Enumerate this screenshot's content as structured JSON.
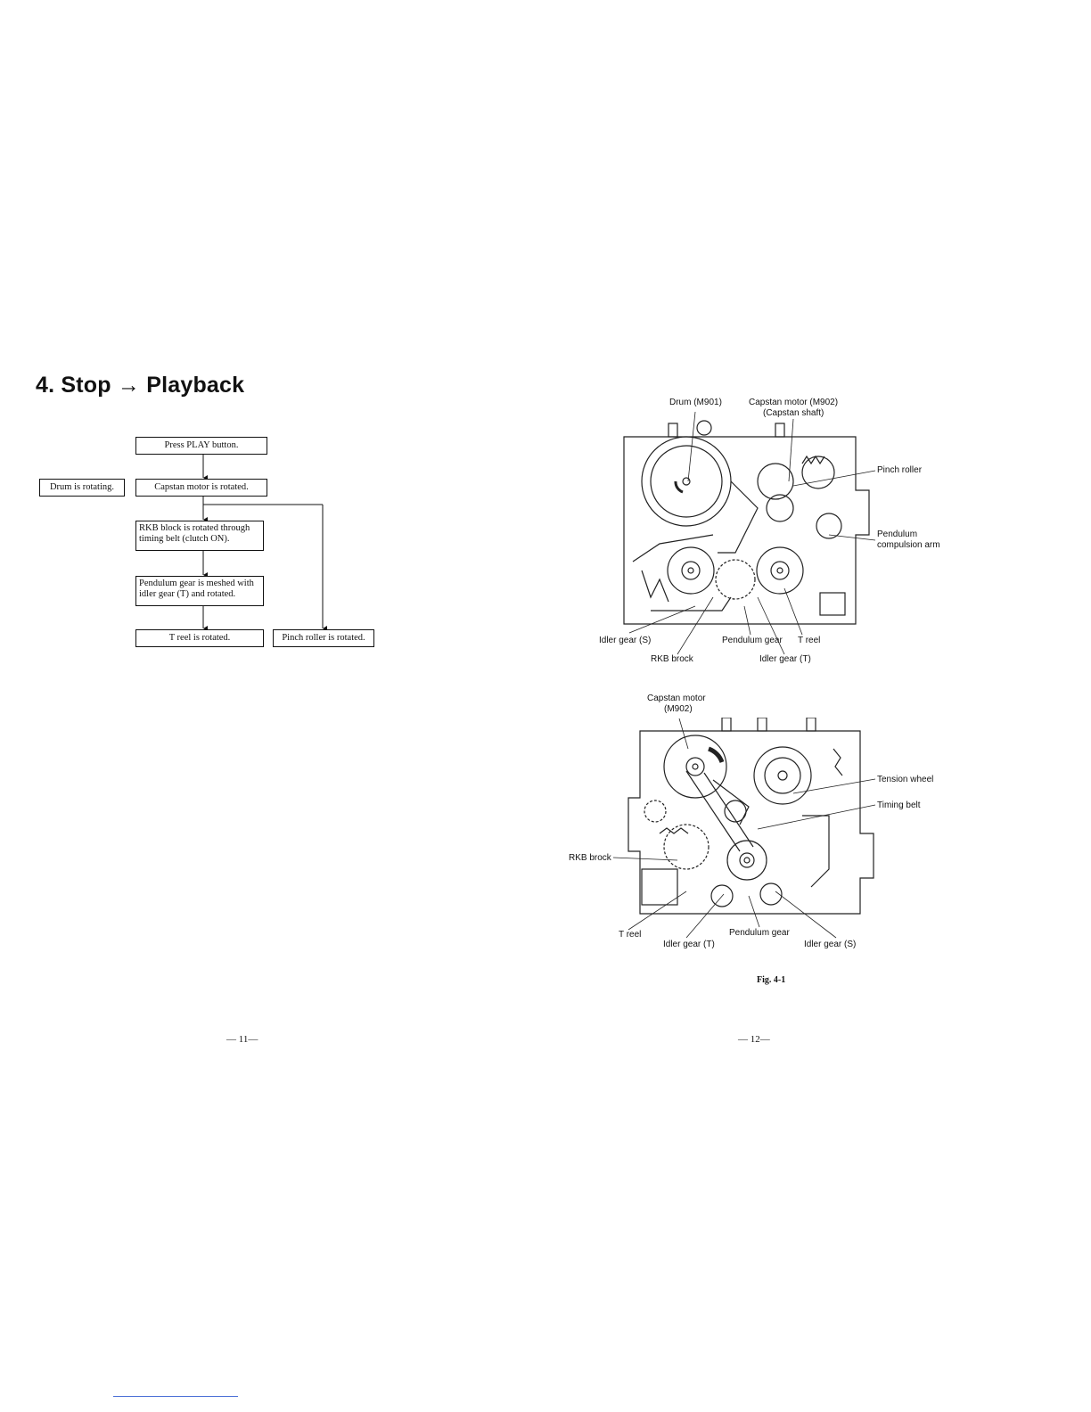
{
  "heading": "4. Stop → Playback",
  "flowchart": {
    "press_play": "Press PLAY button.",
    "drum_rotating": "Drum is rotating.",
    "capstan_rotated": "Capstan motor is rotated.",
    "rkb_block": "RKB block is rotated through timing belt (clutch ON).",
    "pendulum_gear": "Pendulum gear is meshed with idler gear (T) and rotated.",
    "t_reel": "T reel is rotated.",
    "pinch_roller": "Pinch roller is rotated."
  },
  "figure_top": {
    "drum": "Drum (M901)",
    "capstan_motor": "Capstan motor (M902)",
    "capstan_shaft": "(Capstan shaft)",
    "pinch_roller": "Pinch roller",
    "pendulum": "Pendulum",
    "compulsion_arm": "compulsion arm",
    "idler_gear_s": "Idler gear (S)",
    "pendulum_gear": "Pendulum gear",
    "t_reel": "T reel",
    "rkb_brock": "RKB brock",
    "idler_gear_t": "Idler gear (T)"
  },
  "figure_bottom": {
    "capstan_motor": "Capstan motor",
    "m902": "(M902)",
    "tension_wheel": "Tension wheel",
    "timing_belt": "Timing belt",
    "rkb_brock": "RKB brock",
    "t_reel": "T reel",
    "pendulum_gear": "Pendulum gear",
    "idler_gear_t": "Idler gear (T)",
    "idler_gear_s": "Idler gear (S)"
  },
  "fig_caption": "Fig. 4-1",
  "page_left": "— 11—",
  "page_right": "— 12—"
}
